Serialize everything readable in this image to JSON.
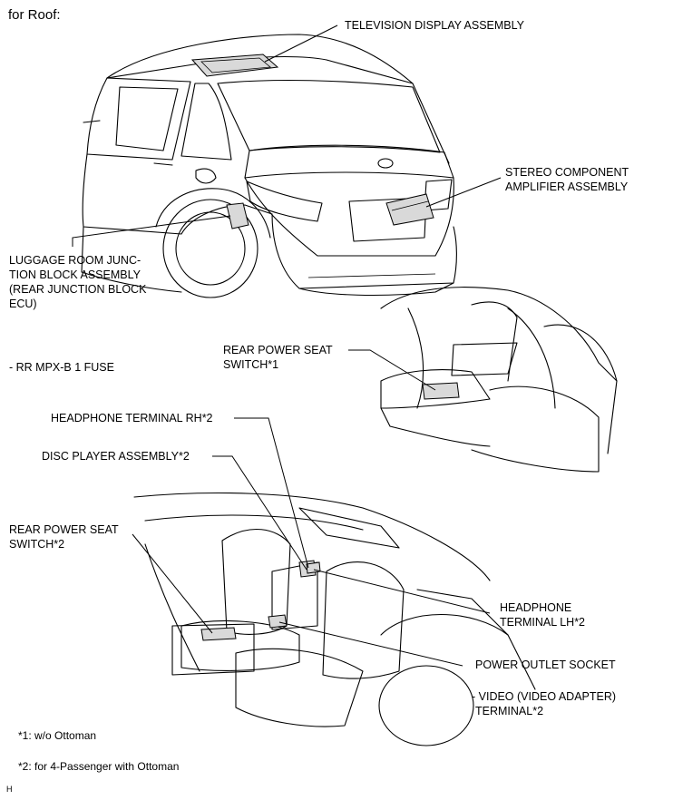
{
  "heading": "for Roof:",
  "labels": {
    "tv_display": "TELEVISION DISPLAY ASSEMBLY",
    "stereo_amp_1": "STEREO COMPONENT",
    "stereo_amp_2": "AMPLIFIER ASSEMBLY",
    "luggage_1": "LUGGAGE ROOM JUNC-",
    "luggage_2": "TION BLOCK ASSEMBLY",
    "luggage_3": "(REAR JUNCTION BLOCK",
    "luggage_4": "ECU)",
    "rr_fuse": "- RR MPX-B 1 FUSE",
    "rear_seat_sw1_1": "REAR POWER SEAT",
    "rear_seat_sw1_2": "SWITCH*1",
    "headphone_rh": "HEADPHONE TERMINAL RH*2",
    "disc_player": "DISC PLAYER ASSEMBLY*2",
    "rear_seat_sw2_1": "REAR POWER SEAT",
    "rear_seat_sw2_2": "SWITCH*2",
    "headphone_lh_1": "HEADPHONE",
    "headphone_lh_2": "TERMINAL LH*2",
    "power_outlet": "POWER OUTLET SOCKET",
    "video_1": "- VIDEO (VIDEO ADAPTER)",
    "video_2": "TERMINAL*2"
  },
  "footnotes": {
    "note1": "*1: w/o Ottoman",
    "note2": "*2: for 4-Passenger with Ottoman",
    "corner_mark": "H"
  }
}
